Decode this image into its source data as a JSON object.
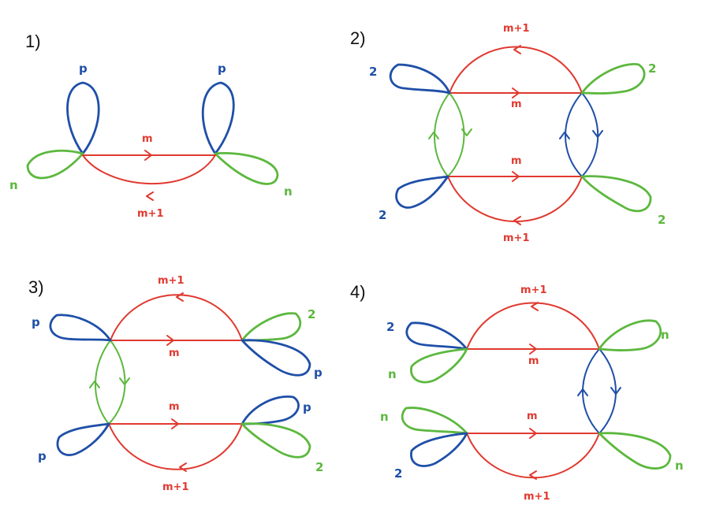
{
  "colors": {
    "red": "#e0392f",
    "blue": "#1f4fa8",
    "green": "#5cb83e"
  },
  "panels": [
    {
      "number": "1)",
      "labels": {
        "top_loop_left": "p",
        "top_loop_right": "p",
        "edge_top": "m",
        "edge_bottom": "m+1",
        "loop_left": "n",
        "loop_right": "n"
      }
    },
    {
      "number": "2)",
      "labels": {
        "arc_top": "m+1",
        "edge_upper": "m",
        "edge_lower": "m",
        "arc_bottom": "m+1",
        "loop_ul": "2",
        "loop_ur": "2",
        "loop_ll": "2",
        "loop_lr": "2"
      }
    },
    {
      "number": "3)",
      "labels": {
        "arc_top": "m+1",
        "edge_upper": "m",
        "edge_lower": "m",
        "arc_bottom": "m+1",
        "loop_ul": "p",
        "loop_ur_top": "2",
        "loop_ur_bottom": "p",
        "loop_lr_top": "p",
        "loop_lr_bottom": "2",
        "loop_ll": "p"
      }
    },
    {
      "number": "4)",
      "labels": {
        "arc_top": "m+1",
        "edge_upper": "m",
        "edge_lower": "m",
        "arc_bottom": "m+1",
        "loop_ul_top": "2",
        "loop_ul_bottom": "n",
        "loop_ur": "n",
        "loop_ll_top": "n",
        "loop_ll_bottom": "2",
        "loop_lr": "n"
      }
    }
  ]
}
